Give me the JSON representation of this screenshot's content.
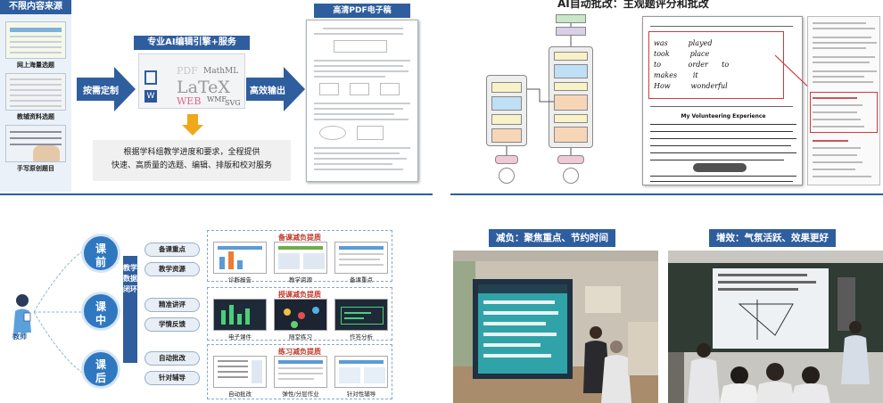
{
  "top_left": {
    "source_header": "不限内容来源",
    "sources": [
      {
        "caption": "网上海量选题"
      },
      {
        "caption": "教辅资料选题"
      },
      {
        "caption": "手写原创题目"
      }
    ],
    "arrow_left_label": "按需定制",
    "center_banner": "专业AI编辑引擎+服务",
    "logo_words": {
      "pdf": "PDF",
      "mathml": "MathML",
      "latex": "LaTeX",
      "web": "WEB",
      "wmf": "WMF",
      "svg": "SVG"
    },
    "arrow_right_label": "高效输出",
    "description_line1": "根据学科组教学进度和要求，全程提供",
    "description_line2": "快速、高质量的选题、编辑、排版和校对服务",
    "pdf_header": "高清PDF电子稿"
  },
  "top_right": {
    "title": "AI自动批改：主观题评分和批改",
    "doc_heading": "My Volunteering Experience",
    "grid_words": [
      "was",
      "played",
      "took",
      "place",
      "to",
      "order",
      "to",
      "makes",
      "it",
      "How",
      "wonderful"
    ]
  },
  "bottom_left": {
    "teacher_caption": "教师",
    "stages": [
      {
        "line1": "课",
        "line2": "前"
      },
      {
        "line1": "课",
        "line2": "中"
      },
      {
        "line1": "课",
        "line2": "后"
      }
    ],
    "vertical_label": "教学数据闭环",
    "pills": [
      "备课重点",
      "教学资源",
      "精准讲评",
      "学情反馈",
      "自动批改",
      "针对辅导"
    ],
    "sections": [
      {
        "title_pre": "备课",
        "title_post": "减负提质",
        "captions": [
          "诊断报告",
          "教学资源",
          "备课重点"
        ]
      },
      {
        "title_pre": "授课",
        "title_post": "减负提质",
        "captions": [
          "电子课件",
          "随堂练习",
          "作答分析"
        ]
      },
      {
        "title_pre": "练习",
        "title_post": "减负提质",
        "captions": [
          "自动批改",
          "弹性/分层作业",
          "针对性辅导"
        ]
      }
    ]
  },
  "bottom_right": {
    "photo1_title": "减负：聚焦重点、节约时间",
    "photo2_title": "增效：气氛活跃、效果更好"
  }
}
